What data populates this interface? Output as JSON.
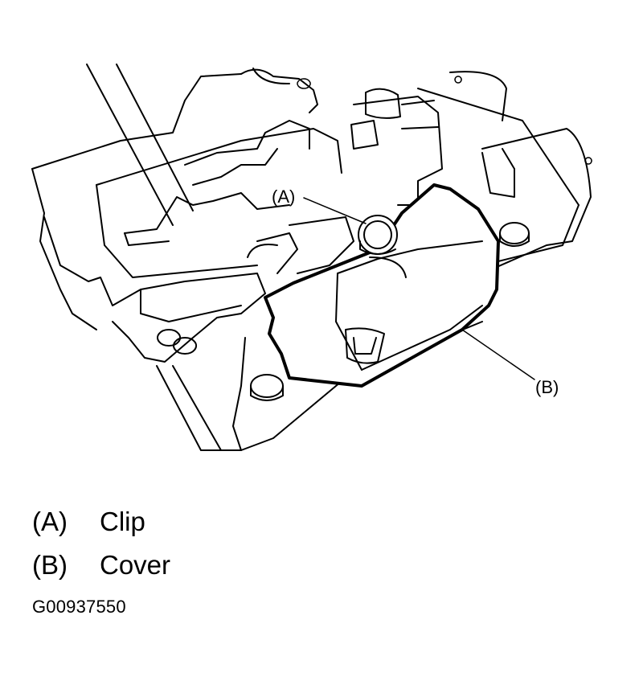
{
  "callouts": {
    "a": "(A)",
    "b": "(B)"
  },
  "legend": [
    {
      "key": "(A)",
      "label": "Clip"
    },
    {
      "key": "(B)",
      "label": "Cover"
    }
  ],
  "figure_id": "G00937550"
}
